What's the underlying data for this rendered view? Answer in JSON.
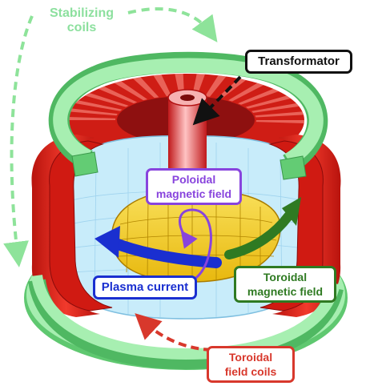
{
  "labels": {
    "stabilizing_coils": [
      "Stabilizing",
      "coils"
    ],
    "transformator": "Transformator",
    "poloidal_field": [
      "Poloidal",
      "magnetic field"
    ],
    "plasma_current": "Plasma current",
    "toroidal_field": [
      "Toroidal",
      "magnetic field"
    ],
    "toroidal_field_coils": [
      "Toroidal",
      "field coils"
    ]
  },
  "colors": {
    "stabilizing_green": "#8ee39a",
    "stabilizing_text": "#8ce09e",
    "transformator": "#111111",
    "poloidal": "#8844dd",
    "plasma": "#1a2fd0",
    "toroidal_field": "#2f7a22",
    "toroidal_coils": "#d8382c",
    "coil_red": "#e3261b",
    "vessel_blue": "#c8ecfa",
    "plasma_yellow": "#f7d21a"
  }
}
